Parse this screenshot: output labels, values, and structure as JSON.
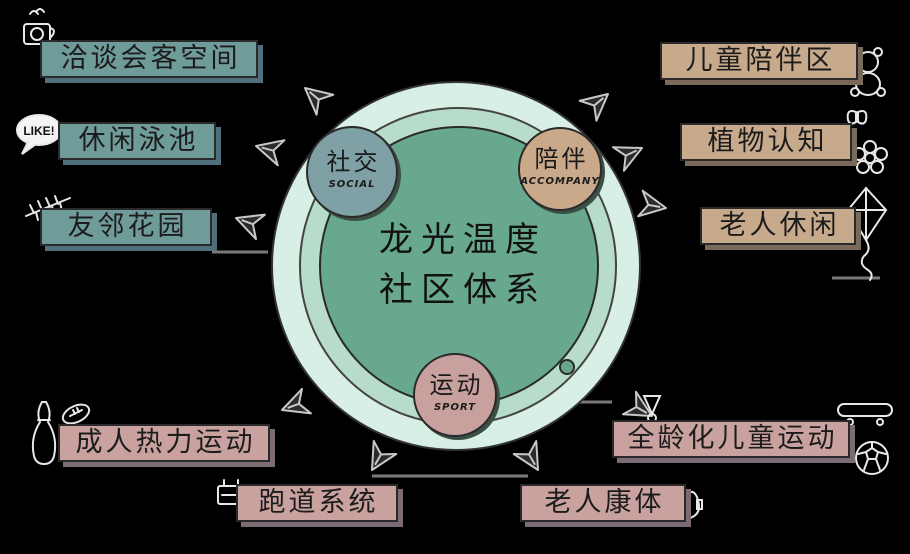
{
  "center": {
    "line1": "龙光温度",
    "line2": "社区体系"
  },
  "nodes": {
    "social": {
      "label": "社交",
      "en": "SOCIAL",
      "color": "#7fa0a5"
    },
    "accompany": {
      "label": "陪伴",
      "en": "ACCOMPANY",
      "color": "#c9a98a"
    },
    "sport": {
      "label": "运动",
      "en": "SPORT",
      "color": "#c8a09d"
    }
  },
  "groups": {
    "social": {
      "color": "#6f9b99",
      "items": [
        "洽谈会客空间",
        "休闲泳池",
        "友邻花园"
      ]
    },
    "accompany": {
      "color": "#c7a98b",
      "items": [
        "儿童陪伴区",
        "植物认知",
        "老人休闲"
      ]
    },
    "sport": {
      "color": "#c9a29f",
      "items": [
        "成人热力运动",
        "跑道系统",
        "老人康体",
        "全龄化儿童运动"
      ]
    }
  },
  "circle_colors": {
    "outer": "#d8efe5",
    "ring": "#b8dcca",
    "inner": "#68a88e"
  },
  "decor": {
    "like_text": "LIKE!",
    "icons": [
      "camera-cup-icon",
      "like-bubble-icon",
      "leaf-icon",
      "teddy-bear-icon",
      "butterfly-icon",
      "flower-icon",
      "kite-icon",
      "bowling-pin-icon",
      "rugby-ball-icon",
      "stopwatch-icon",
      "jump-rope-icon",
      "shuttlecock-icon",
      "skateboard-icon",
      "soccer-ball-icon"
    ]
  }
}
